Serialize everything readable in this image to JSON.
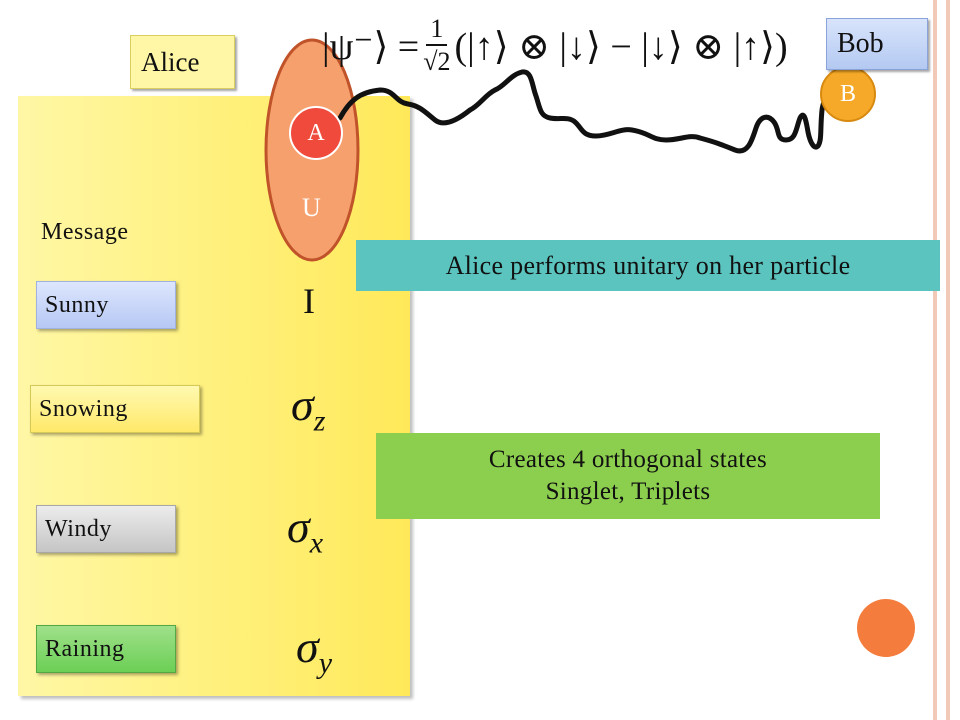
{
  "labels": {
    "alice": "Alice",
    "bob": "Bob",
    "message_heading": "Message",
    "particle_a": "A",
    "particle_b": "B",
    "unitary": "U"
  },
  "messages": [
    "Sunny",
    "Snowing",
    "Windy",
    "Raining"
  ],
  "operators": {
    "identity": "I",
    "sigma": "σ",
    "sub_z": "z",
    "sub_x": "x",
    "sub_y": "y"
  },
  "formula": {
    "lhs": "|ψ⁻⟩ =",
    "numerator": "1",
    "denominator": "√2",
    "rhs": "(|↑⟩ ⊗ |↓⟩ − |↓⟩ ⊗ |↑⟩)"
  },
  "callouts": {
    "unitary_note": "Alice performs unitary on her particle",
    "states_line1": "Creates 4 orthogonal states",
    "states_line2": "Singlet, Triplets"
  },
  "colors": {
    "particle_a": "#ef4a3c",
    "particle_b": "#f6a928",
    "ellipse_fill": "#f6a06d",
    "ellipse_stroke": "#c0532a",
    "decor_circle": "#f47c3c",
    "teal": "#5bc4be",
    "green": "#8ccf4e"
  }
}
